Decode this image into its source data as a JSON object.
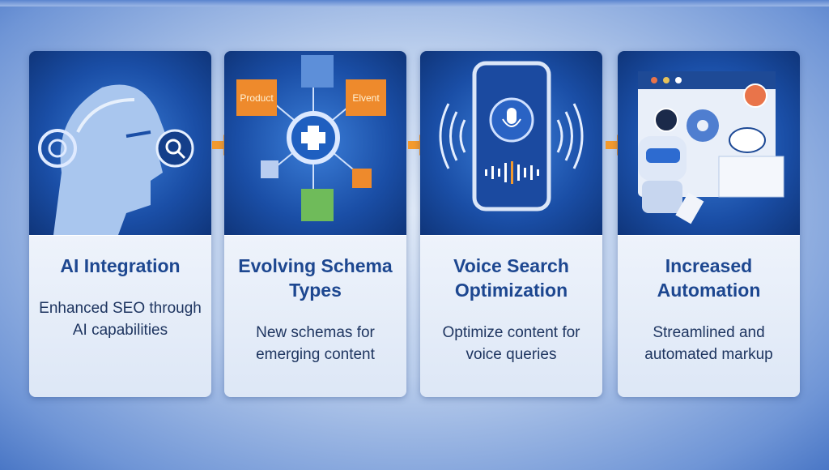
{
  "steps": [
    {
      "title": "AI Integration",
      "description": "Enhanced SEO through AI capabilities",
      "icon": "ai-head-icon"
    },
    {
      "title": "Evolving Schema Types",
      "description": "New schemas for emerging content",
      "icon": "schema-network-icon",
      "labels": {
        "product": "Product",
        "event": "Elvent"
      }
    },
    {
      "title": "Voice Search Optimization",
      "description": "Optimize content for voice queries",
      "icon": "voice-phone-icon"
    },
    {
      "title": "Increased Automation",
      "description": "Streamlined and automated markup",
      "icon": "robot-automation-icon"
    }
  ],
  "colors": {
    "accent": "#f39a2e",
    "title": "#1d4790",
    "panel": "#1a4ea6"
  }
}
